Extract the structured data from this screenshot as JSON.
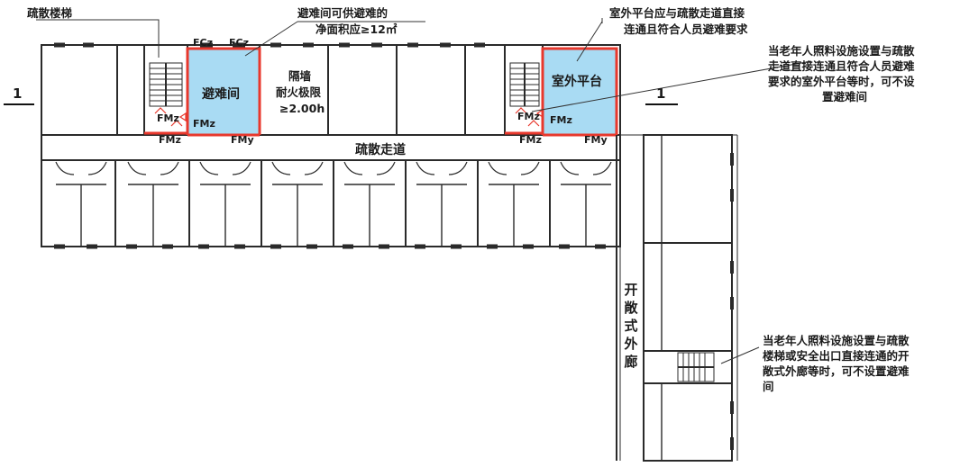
{
  "labels": {
    "evac_stair": "疏散楼梯",
    "refuge_area_note": "避难间可供避难的",
    "refuge_area_note2": "净面积应≥12㎡",
    "outdoor_note_line1": "室外平台应与疏散走道直接",
    "outdoor_note_line2": "连通且符合人员避难要求",
    "refuge_room": "避难间",
    "outdoor_platform": "室外平台",
    "partition_line1": "隔墙",
    "partition_line2": "耐火极限",
    "partition_line3": "≥2.00h",
    "corridor": "疏散走道",
    "open_corridor": "开敞式外廊",
    "right_note_lines": [
      "当老年人照料设施设置与疏散",
      "走道直接连通且符合人员避难",
      "要求的室外平台等时，可不设",
      "置避难间"
    ],
    "bottom_note_lines": [
      "当老年人照料设施设置与疏散",
      "楼梯或安全出口直接连通的开",
      "敞式外廊等时，可不设置避难",
      "间"
    ],
    "section_left": "1",
    "section_right": "1",
    "fcz_1": "FCz",
    "fcz_2": "FCz",
    "fmz_1": "FMz",
    "fmz_2": "FMz",
    "fmz_3": "FMz",
    "fmz_4": "FMz",
    "fmz_5": "FMz",
    "fmz_6": "FMz",
    "fmj_1": "FMy",
    "fmj_2": "FMy"
  },
  "colors": {
    "wall": "#2a2a2a",
    "refuge_fill": "#a9dbf3",
    "fire_wall": "#e8382d",
    "leader": "#333333"
  }
}
